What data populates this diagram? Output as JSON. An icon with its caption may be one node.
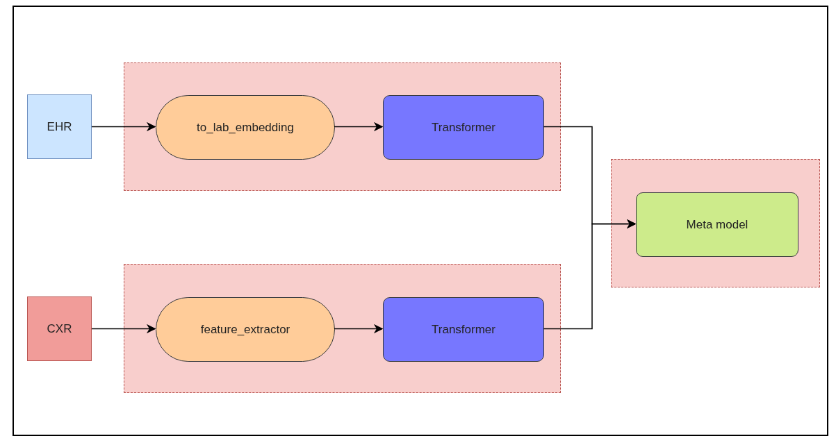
{
  "diagram": {
    "nodes": [
      {
        "text": [
          "EHR"
        ]
      },
      {
        "text": [],
        "shape": "box"
      },
      {
        "text": [
          "to_lab_embedding"
        ],
        "in": 1
      },
      {
        "text": [
          "Transformer"
        ],
        "in": 1
      },
      {
        "text": [
          "CXR"
        ]
      },
      {
        "text": [],
        "shape": "box"
      },
      {
        "text": [
          "feature_extractor"
        ],
        "in": 5
      },
      {
        "text": [
          "Transformer"
        ],
        "in": 5
      },
      {
        "text": [],
        "shape": "box"
      },
      {
        "text": [
          "Meta model"
        ],
        "in": 8
      }
    ],
    "edges": [
      {
        "from": 0,
        "to": 2,
        "arrow": "to"
      },
      {
        "from": 2,
        "to": 3,
        "arrow": "to"
      },
      {
        "from": 4,
        "to": 6,
        "arrow": "to"
      },
      {
        "from": 6,
        "to": 7,
        "arrow": "to"
      },
      {
        "from": 3,
        "to": 9,
        "arrow": "to"
      },
      {
        "from": 7,
        "to": 9,
        "arrow": "to"
      }
    ]
  }
}
